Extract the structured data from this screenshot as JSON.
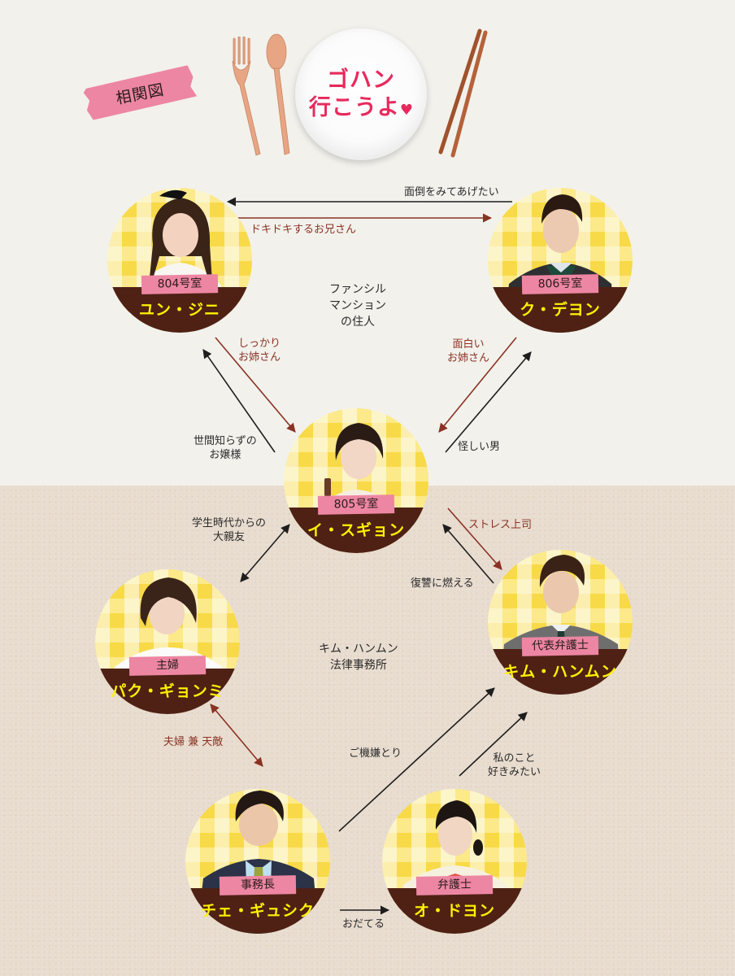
{
  "header": {
    "tape_label": "相関図",
    "title_line1": "ゴハン",
    "title_line2": "行こうよ",
    "title_heart": "♥",
    "title_color": "#e8295c",
    "tape_color": "#ec86a3"
  },
  "groups": {
    "mansion": [
      "ファンシル",
      "マンション",
      "の住人"
    ],
    "law_firm": [
      "キム・ハンムン",
      "法律事務所"
    ]
  },
  "characters": [
    {
      "id": "yun-jini",
      "role": "804号室",
      "name": "ユン・ジニ"
    },
    {
      "id": "ku-deyon",
      "role": "806号室",
      "name": "ク・デヨン"
    },
    {
      "id": "i-sugyon",
      "role": "805号室",
      "name": "イ・スギョン"
    },
    {
      "id": "paku-gyonmi",
      "role": "主婦",
      "name": "パク・ギョンミ"
    },
    {
      "id": "kimu-hanmun",
      "role": "代表弁護士",
      "name": "キム・ハンムン"
    },
    {
      "id": "che-gyushiku",
      "role": "事務長",
      "name": "チェ・ギュシク"
    },
    {
      "id": "o-doyon",
      "role": "弁護士",
      "name": "オ・ドヨン"
    }
  ],
  "relations": [
    {
      "from": "ku-deyon",
      "to": "yun-jini",
      "label": [
        "面倒をみてあげたい"
      ],
      "color": "black"
    },
    {
      "from": "yun-jini",
      "to": "ku-deyon",
      "label": [
        "ドキドキするお兄さん"
      ],
      "color": "red"
    },
    {
      "from": "yun-jini",
      "to": "i-sugyon",
      "label": [
        "しっかり",
        "お姉さん"
      ],
      "color": "red"
    },
    {
      "from": "i-sugyon",
      "to": "yun-jini",
      "label": [
        "世間知らずの",
        "お嬢様"
      ],
      "color": "black"
    },
    {
      "from": "ku-deyon",
      "to": "i-sugyon",
      "label": [
        "面白い",
        "お姉さん"
      ],
      "color": "red"
    },
    {
      "from": "i-sugyon",
      "to": "ku-deyon",
      "label": [
        "怪しい男"
      ],
      "color": "black"
    },
    {
      "from": "i-sugyon",
      "to": "paku-gyonmi",
      "label": [
        "学生時代からの",
        "大親友"
      ],
      "color": "black",
      "bidirectional": true
    },
    {
      "from": "i-sugyon",
      "to": "kimu-hanmun",
      "label": [
        "ストレス上司"
      ],
      "color": "red"
    },
    {
      "from": "kimu-hanmun",
      "to": "i-sugyon",
      "label": [
        "復讐に燃える"
      ],
      "color": "black"
    },
    {
      "from": "paku-gyonmi",
      "to": "che-gyushiku",
      "label": [
        "夫婦 兼 天敵"
      ],
      "color": "red",
      "bidirectional": true
    },
    {
      "from": "che-gyushiku",
      "to": "kimu-hanmun",
      "label": [
        "ご機嫌とり"
      ],
      "color": "black"
    },
    {
      "from": "o-doyon",
      "to": "kimu-hanmun",
      "label": [
        "私のこと",
        "好きみたい"
      ],
      "color": "black"
    },
    {
      "from": "che-gyushiku",
      "to": "o-doyon",
      "label": [
        "おだてる"
      ],
      "color": "black"
    }
  ],
  "colors": {
    "bg_top": "#f2f1ec",
    "bg_bottom": "#e8dccf",
    "band": "#4f2114",
    "name_text": "#fff200",
    "role_tag": "#ec86a3",
    "line_black": "#1e1e1e",
    "line_red": "#8a3324"
  }
}
